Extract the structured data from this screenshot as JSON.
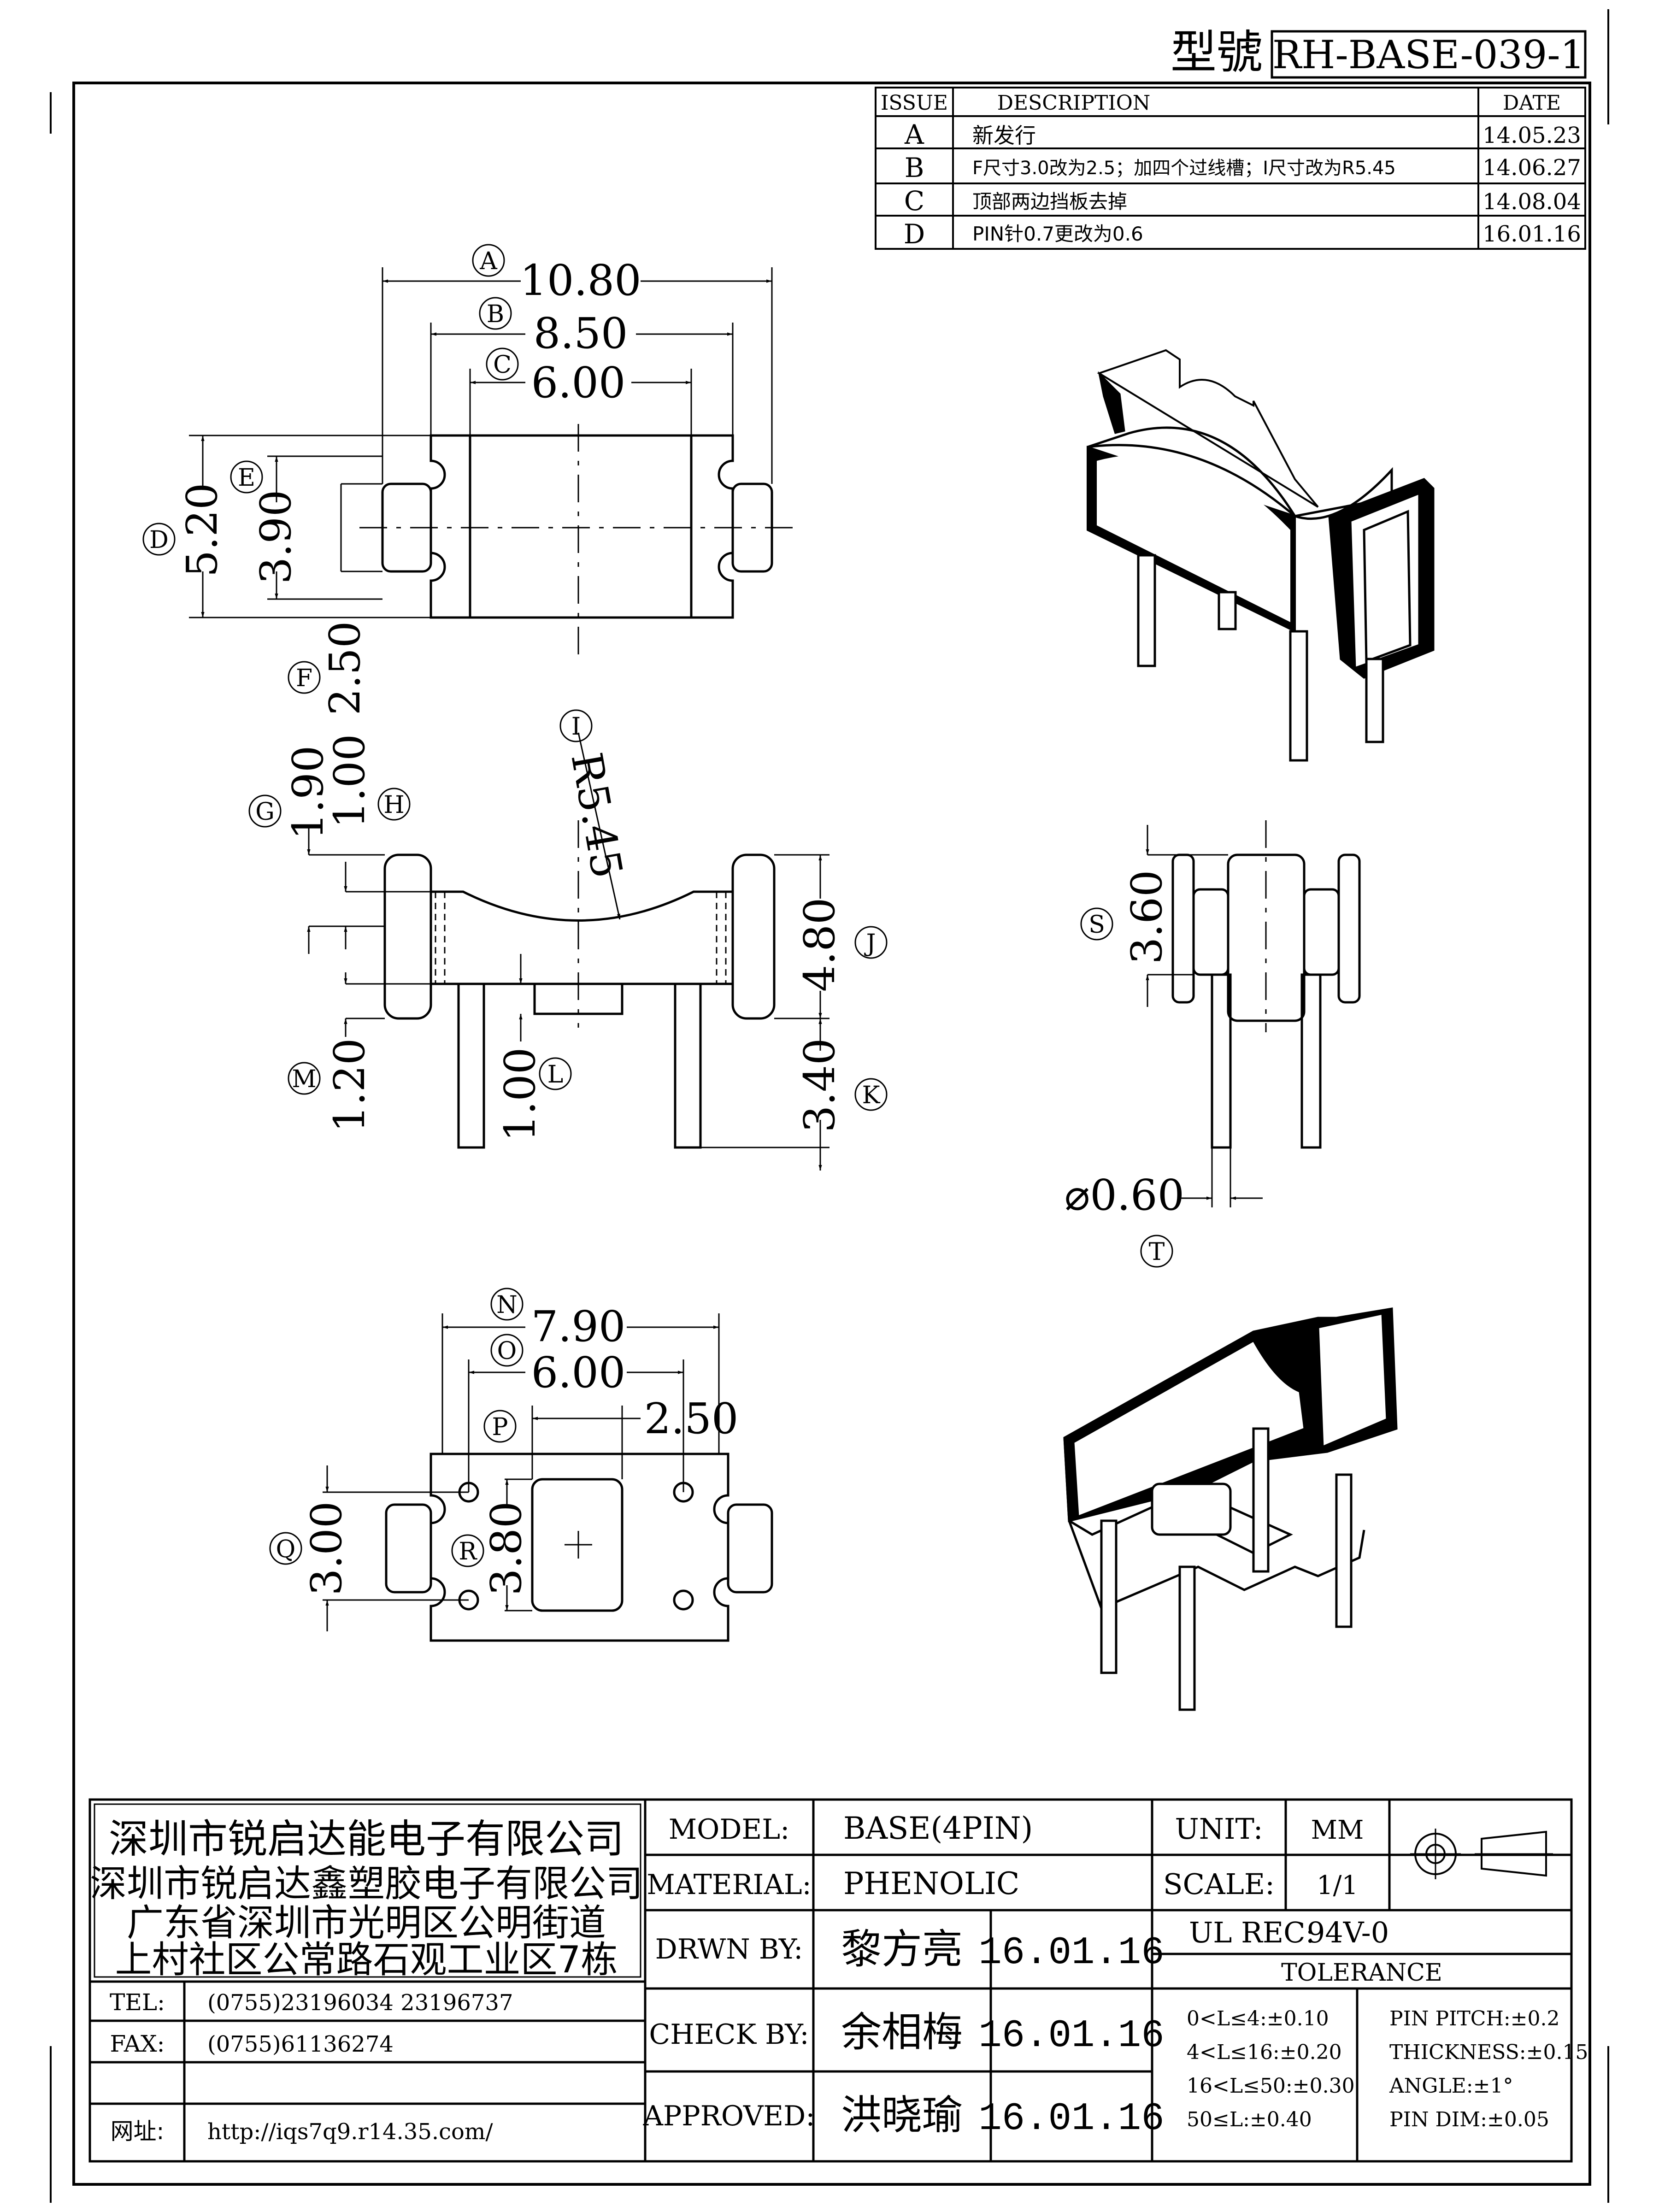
{
  "header": {
    "model_no_label": "型號",
    "model_no_value": "RH-BASE-039-1"
  },
  "revision_table": {
    "headers": [
      "ISSUE",
      "DESCRIPTION",
      "DATE"
    ],
    "rows": [
      {
        "issue": "A",
        "description": "新发行",
        "date": "14.05.23"
      },
      {
        "issue": "B",
        "description": "F尺寸3.0改为2.5；加四个过线槽；I尺寸改为R5.45",
        "date": "14.06.27"
      },
      {
        "issue": "C",
        "description": "顶部两边挡板去掉",
        "date": "14.08.04"
      },
      {
        "issue": "D",
        "description": "PIN针0.7更改为0.6",
        "date": "16.01.16"
      }
    ]
  },
  "dimensions": {
    "A": {
      "tag": "A",
      "value": "10.80"
    },
    "B": {
      "tag": "B",
      "value": "8.50"
    },
    "C": {
      "tag": "C",
      "value": "6.00"
    },
    "D": {
      "tag": "D",
      "value": "5.20"
    },
    "E": {
      "tag": "E",
      "value": "3.90"
    },
    "F": {
      "tag": "F",
      "value": "2.50"
    },
    "G": {
      "tag": "G",
      "value": "1.90"
    },
    "H": {
      "tag": "H",
      "value": "1.00"
    },
    "I": {
      "tag": "I",
      "value": "R5.45"
    },
    "J": {
      "tag": "J",
      "value": "4.80"
    },
    "K": {
      "tag": "K",
      "value": "3.40"
    },
    "L": {
      "tag": "L",
      "value": "1.00"
    },
    "M": {
      "tag": "M",
      "value": "1.20"
    },
    "N": {
      "tag": "N",
      "value": "7.90"
    },
    "O": {
      "tag": "O",
      "value": "6.00"
    },
    "P": {
      "tag": "P",
      "value": "2.50"
    },
    "Q": {
      "tag": "Q",
      "value": "3.00"
    },
    "R": {
      "tag": "R",
      "value": "3.80"
    },
    "S": {
      "tag": "S",
      "value": "3.60"
    },
    "T": {
      "tag": "T",
      "value": "⌀0.60"
    }
  },
  "company": {
    "line1": "深圳市锐启达能电子有限公司",
    "line2": "深圳市锐启达鑫塑胶电子有限公司",
    "line3": "广东省深圳市光明区公明街道",
    "line4": "上村社区公常路石观工业区7栋"
  },
  "contact": {
    "tel_label": "TEL:",
    "tel_value": "(0755)23196034   23196737",
    "fax_label": "FAX:",
    "fax_value": "(0755)61136274",
    "web_label": "网址:",
    "web_value": "http://iqs7q9.r14.35.com/"
  },
  "title_block": {
    "model_label": "MODEL:",
    "model_value": "BASE(4PIN)",
    "material_label": "MATERIAL:",
    "material_value": "PHENOLIC",
    "drawn_label": "DRWN BY:",
    "drawn_name": "黎方亮",
    "drawn_date": "16.01.16",
    "check_label": "CHECK BY:",
    "check_name": "余相梅",
    "check_date": "16.01.16",
    "approved_label": "APPROVED:",
    "approved_name": "洪晓瑜",
    "approved_date": "16.01.16",
    "unit_label": "UNIT:",
    "unit_value": "MM",
    "scale_label": "SCALE:",
    "scale_value": "1/1",
    "ul_label": "UL REC:",
    "ul_value": "94V-0",
    "tolerance_label": "TOLERANCE",
    "tol_left": [
      "0<L≤4:±0.10",
      "4<L≤16:±0.20",
      "16<L≤50:±0.30",
      "50≤L:±0.40"
    ],
    "tol_right": [
      "PIN PITCH:±0.2",
      "THICKNESS:±0.15",
      "ANGLE:±1°",
      "PIN DIM:±0.05"
    ]
  }
}
